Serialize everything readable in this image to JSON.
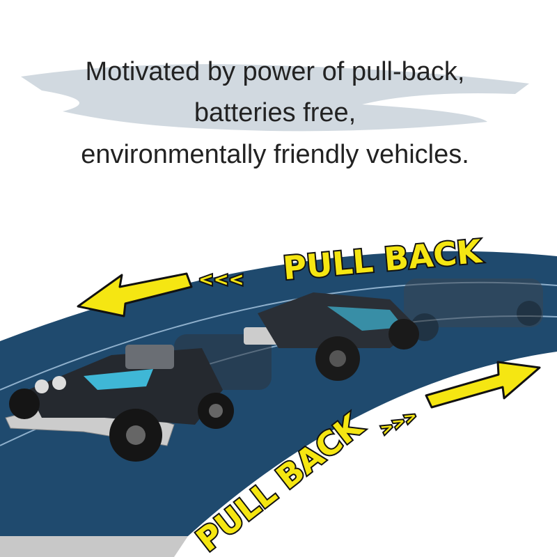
{
  "headline": {
    "line1": "Motivated by power of pull-back,",
    "line2": "batteries free,",
    "line3": "environmentally friendly vehicles."
  },
  "labels": {
    "top": "PULL BACK",
    "bottom": "PULL BACK"
  },
  "colors": {
    "track": "#1f4a6e",
    "accent": "#f5e612",
    "brush": "#c9d2da"
  }
}
